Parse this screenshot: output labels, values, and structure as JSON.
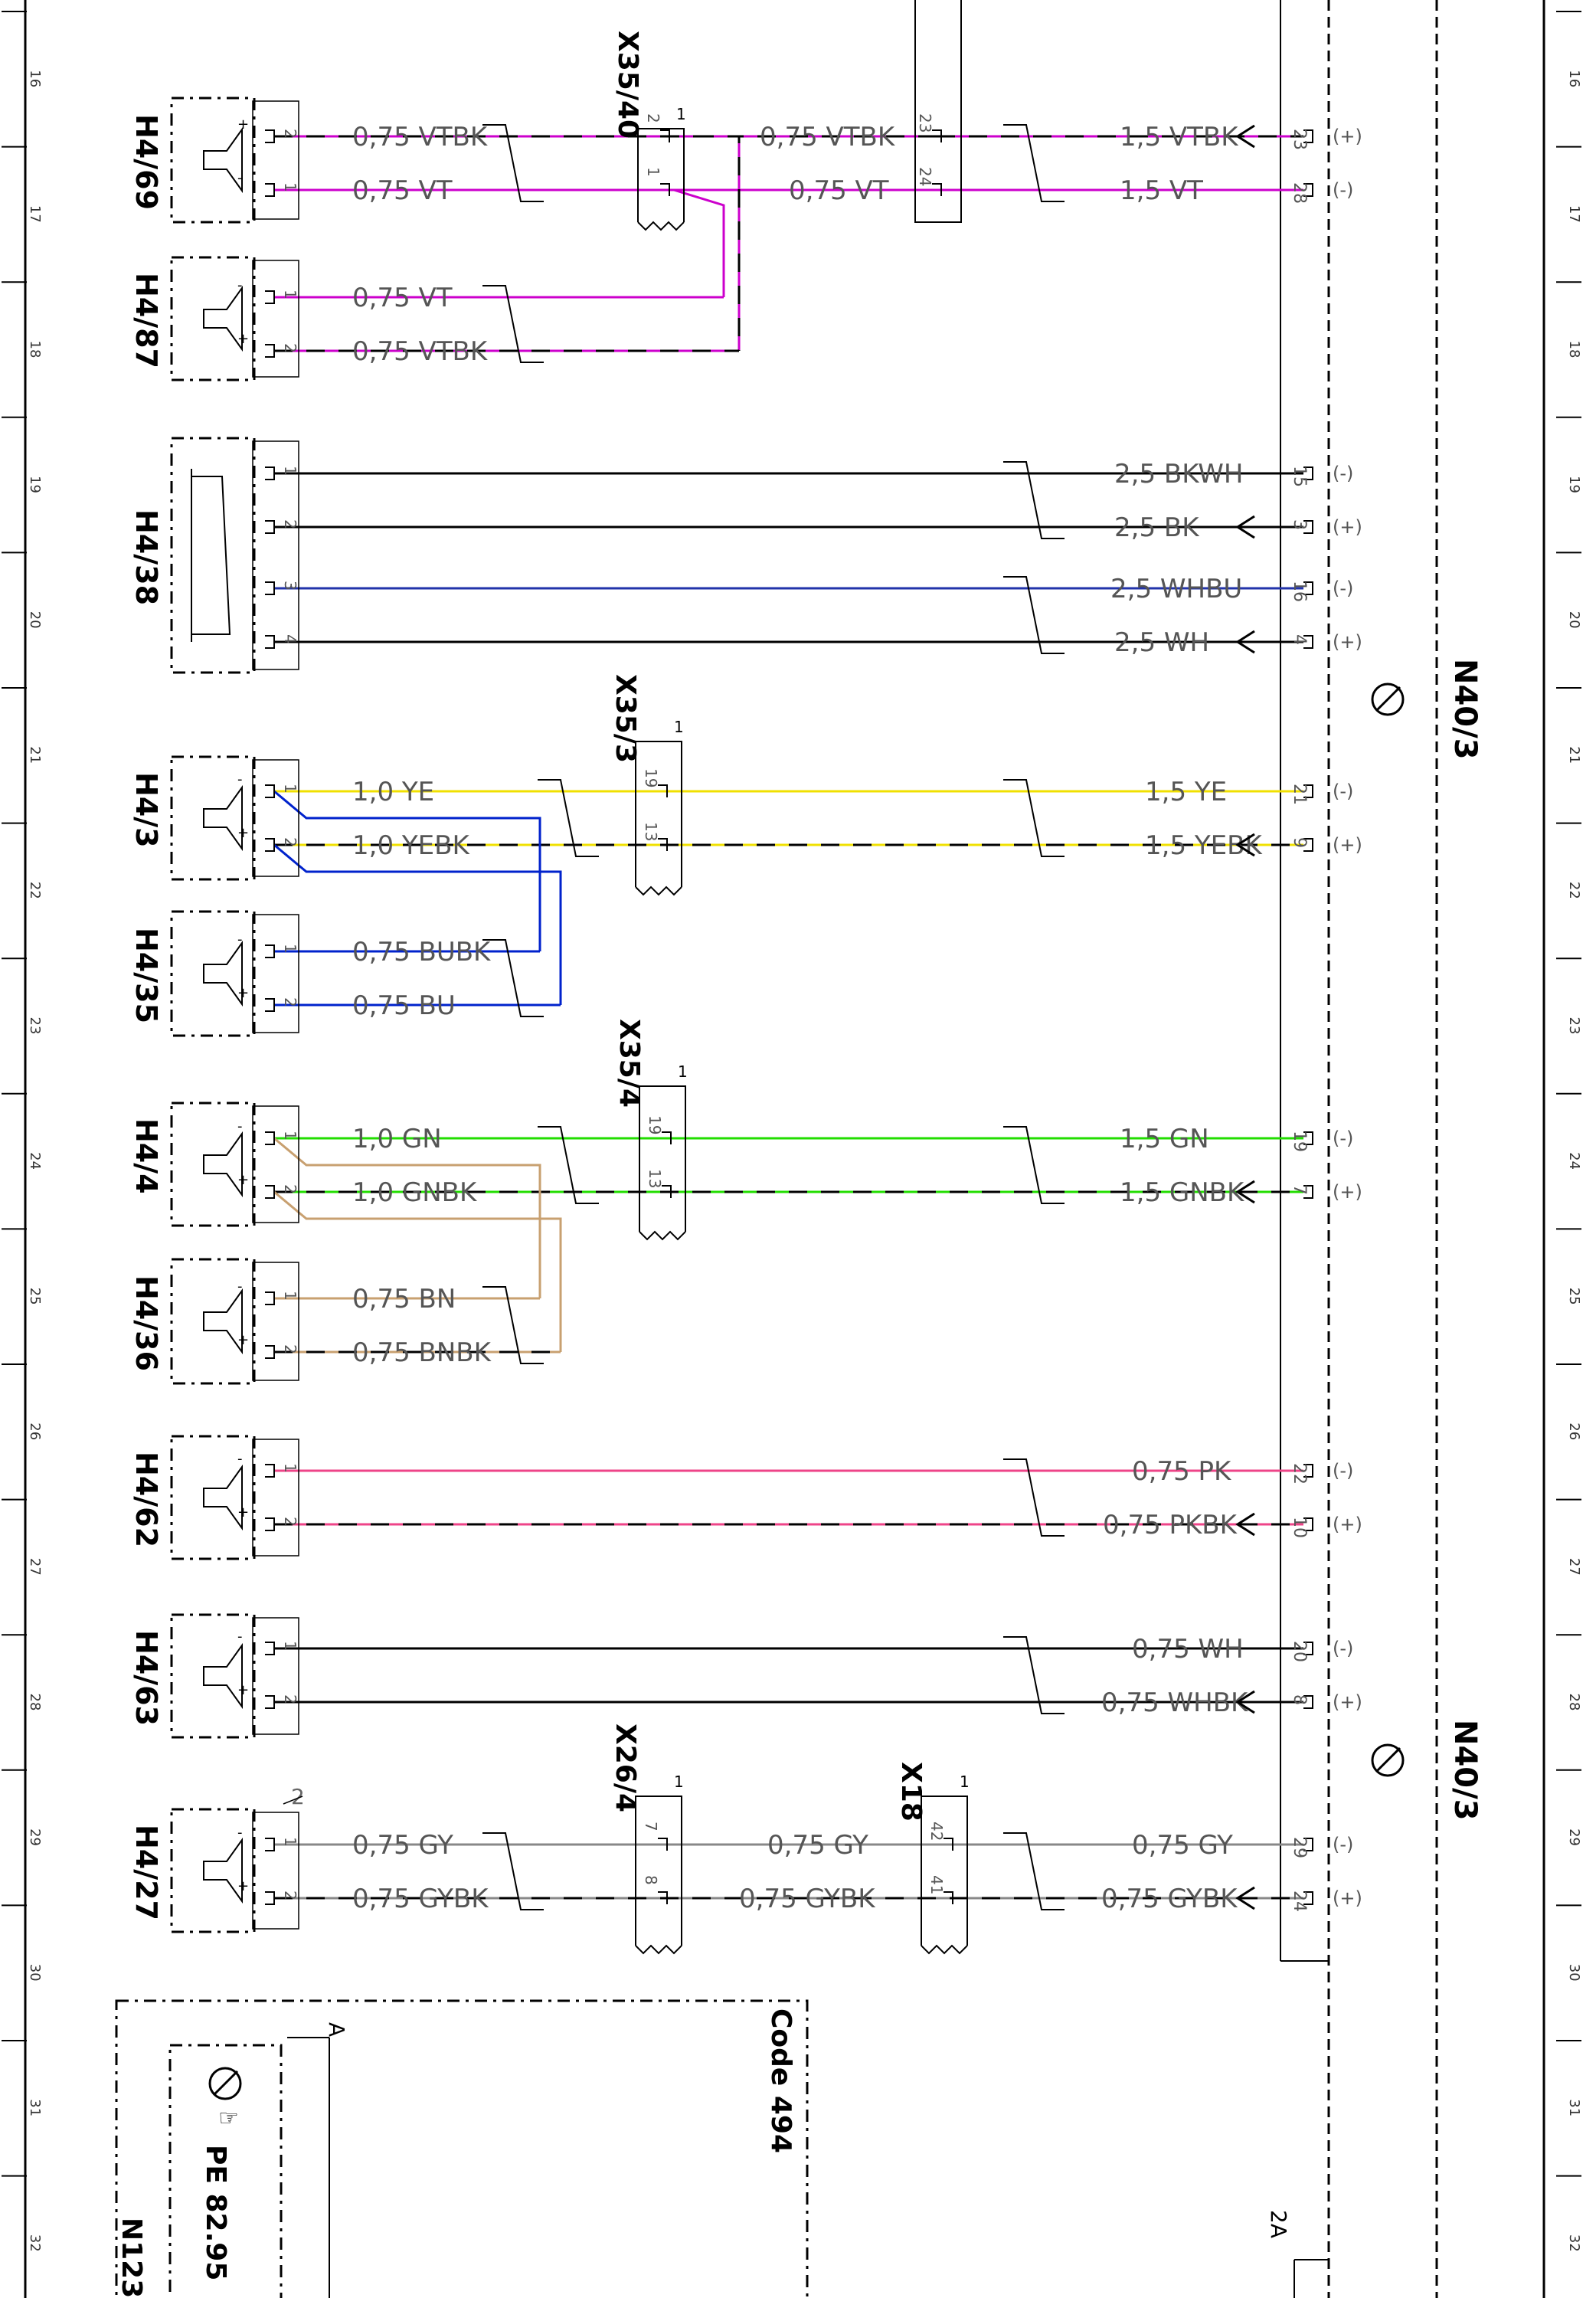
{
  "row_numbers": [
    "16",
    "17",
    "18",
    "19",
    "20",
    "21",
    "22",
    "23",
    "24",
    "25",
    "26",
    "27",
    "28",
    "29",
    "30",
    "31",
    "32"
  ],
  "module": {
    "name": "N40/3",
    "code_label": "Code 494",
    "bottom_name": "N123/",
    "bottom_ref": "PE 82.95",
    "ref_a": "A",
    "ref_2a": "2A"
  },
  "connectors": [
    {
      "id": "X35/40",
      "pin_one": "1"
    },
    {
      "id": "X35/3",
      "pin_one": "1"
    },
    {
      "id": "X35/4",
      "pin_one": "1"
    },
    {
      "id": "X26/4",
      "pin_one": "1"
    },
    {
      "id": "X18",
      "pin_one": "1"
    }
  ],
  "speakers": [
    {
      "id": "H4/69",
      "lines": [
        {
          "pin": "2",
          "sign": "+",
          "label": "0,75 VTBK",
          "mid": "0,75 VTBK",
          "conn_pin": "2",
          "x2_pin": "23",
          "far": "1,5 VTBK",
          "n_pin": "23",
          "pol": "(+)",
          "color": "#cc00cc",
          "stripe": "#000000"
        },
        {
          "pin": "1",
          "sign": "-",
          "label": "0,75 VT",
          "mid": "0,75 VT",
          "conn_pin": "1",
          "x2_pin": "24",
          "far": "1,5 VT",
          "n_pin": "28",
          "pol": "(-)",
          "color": "#cc00cc",
          "stripe": ""
        }
      ]
    },
    {
      "id": "H4/87",
      "lines": [
        {
          "pin": "1",
          "sign": "-",
          "label": "0,75 VT",
          "color": "#cc00cc",
          "stripe": ""
        },
        {
          "pin": "2",
          "sign": "+",
          "label": "0,75 VTBK",
          "color": "#cc00cc",
          "stripe": "#000000"
        }
      ]
    },
    {
      "id": "H4/38",
      "lines": [
        {
          "pin": "1",
          "far": "2,5 BKWH",
          "n_pin": "15",
          "pol": "(-)",
          "color": "#000000"
        },
        {
          "pin": "2",
          "far": "2,5 BK",
          "n_pin": "3",
          "pol": "(+)",
          "color": "#000000"
        },
        {
          "pin": "3",
          "far": "2,5 WHBU",
          "n_pin": "16",
          "pol": "(-)",
          "color": "#000000"
        },
        {
          "pin": "4",
          "far": "2,5 WH",
          "n_pin": "4",
          "pol": "(+)",
          "color": "#000000"
        }
      ]
    },
    {
      "id": "H4/3",
      "lines": [
        {
          "pin": "1",
          "sign": "-",
          "label": "1,0 YE",
          "conn_pin": "19",
          "far": "1,5 YE",
          "n_pin": "21",
          "pol": "(-)",
          "color": "#f0e000"
        },
        {
          "pin": "2",
          "sign": "+",
          "label": "1,0 YEBK",
          "conn_pin": "13",
          "far": "1,5 YEBK",
          "n_pin": "9",
          "pol": "(+)",
          "color": "#f0e000"
        }
      ]
    },
    {
      "id": "H4/35",
      "lines": [
        {
          "pin": "1",
          "sign": "-",
          "label": "0,75 BUBK",
          "color": "#0022cc"
        },
        {
          "pin": "2",
          "sign": "+",
          "label": "0,75 BU",
          "color": "#0022cc"
        }
      ]
    },
    {
      "id": "H4/4",
      "lines": [
        {
          "pin": "1",
          "sign": "-",
          "label": "1,0 GN",
          "conn_pin": "19",
          "far": "1,5 GN",
          "n_pin": "19",
          "pol": "(-)",
          "color": "#22dd00"
        },
        {
          "pin": "2",
          "sign": "+",
          "label": "1,0 GNBK",
          "conn_pin": "13",
          "far": "1,5 GNBK",
          "n_pin": "7",
          "pol": "(+)",
          "color": "#22dd00"
        }
      ]
    },
    {
      "id": "H4/36",
      "lines": [
        {
          "pin": "1",
          "sign": "-",
          "label": "0,75 BN",
          "color": "#c8a070"
        },
        {
          "pin": "2",
          "sign": "+",
          "label": "0,75 BNBK",
          "color": "#c8a070"
        }
      ]
    },
    {
      "id": "H4/62",
      "lines": [
        {
          "pin": "1",
          "sign": "-",
          "far": "0,75 PK",
          "n_pin": "22",
          "pol": "(-)",
          "color": "#ee4488"
        },
        {
          "pin": "2",
          "sign": "+",
          "far": "0,75 PKBK",
          "n_pin": "10",
          "pol": "(+)",
          "color": "#ee4488"
        }
      ]
    },
    {
      "id": "H4/63",
      "lines": [
        {
          "pin": "1",
          "sign": "-",
          "far": "0,75 WH",
          "n_pin": "20",
          "pol": "(-)",
          "color": "#000000"
        },
        {
          "pin": "2",
          "sign": "+",
          "far": "0,75 WHBK",
          "n_pin": "8",
          "pol": "(+)",
          "color": "#000000"
        }
      ]
    },
    {
      "id": "H4/27",
      "ref": "2",
      "lines": [
        {
          "pin": "1",
          "sign": "-",
          "label": "0,75 GY",
          "conn_pin": "7",
          "mid": "0,75 GY",
          "x2_pin": "42",
          "far": "0,75 GY",
          "n_pin": "29",
          "pol": "(-)",
          "color": "#888888"
        },
        {
          "pin": "2",
          "sign": "+",
          "label": "0,75 GYBK",
          "conn_pin": "8",
          "mid": "0,75 GYBK",
          "x2_pin": "41",
          "far": "0,75 GYBK",
          "n_pin": "24",
          "pol": "(+)",
          "color": "#888888"
        }
      ]
    }
  ]
}
